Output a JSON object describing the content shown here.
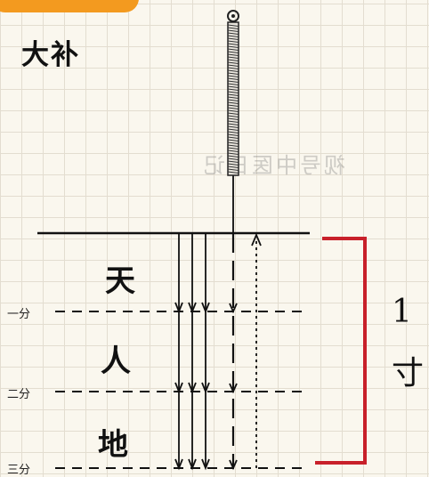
{
  "title": "大补",
  "watermark": "视号中医日记",
  "zones": [
    "天",
    "人",
    "地"
  ],
  "depth_marks": [
    "一分",
    "二分",
    "三分"
  ],
  "measure": {
    "number": "1",
    "unit": "寸"
  },
  "colors": {
    "accent": "#f39a1f",
    "bracket": "#c8202a",
    "ink": "#111111"
  }
}
